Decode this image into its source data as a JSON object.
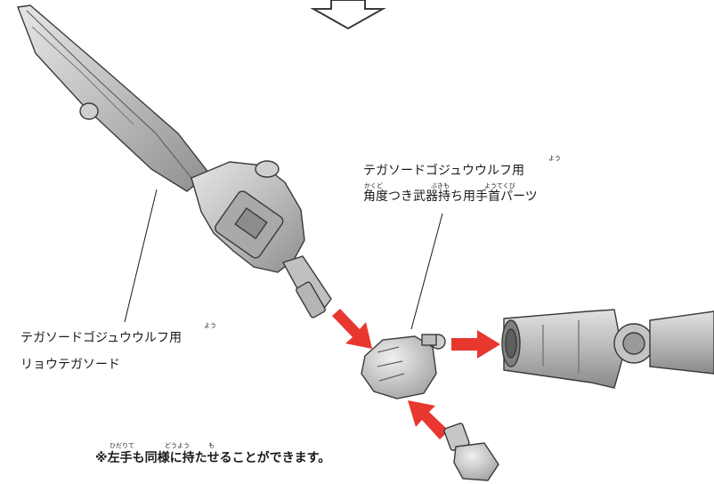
{
  "labels": {
    "hand_part_line1": "テガソードゴジュウウルフ用",
    "hand_part_line2": "角度つき武器持ち用手首パーツ",
    "hand_part_ruby_1": "よう",
    "hand_part_ruby_2": "かくど",
    "hand_part_ruby_3": "ぶきも",
    "hand_part_ruby_4": "ようてくび",
    "sword_line1": "テガソードゴジュウウルフ用",
    "sword_line2": "リョウテガソード",
    "sword_ruby": "よう",
    "note": "※左手も同様に持たせることができます。",
    "note_ruby_1": "ひだりて",
    "note_ruby_2": "どうよう",
    "note_ruby_3": "も"
  },
  "colors": {
    "arrow": "#e8372f",
    "part_gray": "#c8c8c8",
    "outline": "#3a3a3a"
  },
  "icons": {
    "top_arrow": "down-outline-arrow-icon",
    "assembly_arrows": "red-direction-arrow-icon"
  }
}
